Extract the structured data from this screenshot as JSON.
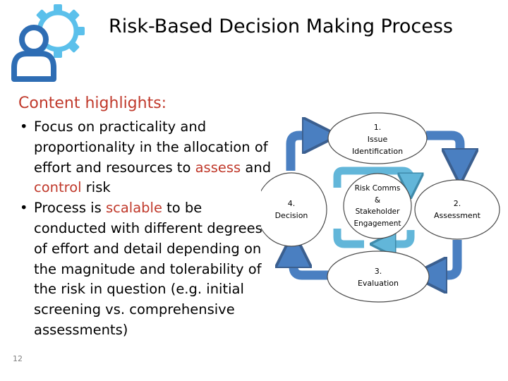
{
  "title": "Risk-Based Decision Making Process",
  "subtitle": "Content highlights:",
  "bullets": [
    {
      "parts": [
        {
          "t": "Focus on practicality and proportionality in the allocation of effort and resources to ",
          "hl": false
        },
        {
          "t": "assess",
          "hl": true
        },
        {
          "t": " and ",
          "hl": false
        },
        {
          "t": "control",
          "hl": true
        },
        {
          "t": " risk",
          "hl": false
        }
      ]
    },
    {
      "parts": [
        {
          "t": "Process is ",
          "hl": false
        },
        {
          "t": "scalable",
          "hl": true
        },
        {
          "t": " to be conducted with different degrees of effort and detail depending on the magnitude and tolerability of the risk in question (e.g. initial screening vs. comprehensive assessments)",
          "hl": false
        }
      ]
    }
  ],
  "bullet_glyph": "•",
  "page_number": "12",
  "colors": {
    "title": "#000000",
    "highlight": "#c0392b",
    "logo_gear": "#5bc0eb",
    "logo_person": "#2e6db4",
    "node_fill": "#ffffff",
    "node_stroke": "#4a4a4a",
    "outer_arrow": "#4a7fc1",
    "inner_arrow": "#62b6d9"
  },
  "diagram": {
    "nodes": {
      "identification": [
        "1.",
        "Issue",
        "Identification"
      ],
      "assessment": [
        "2.",
        "Assessment"
      ],
      "evaluation": [
        "3.",
        "Evaluation"
      ],
      "decision": [
        "4.",
        "Decision"
      ],
      "center": [
        "Risk Comms",
        "&",
        "Stakeholder",
        "Engagement"
      ]
    }
  },
  "icons": {
    "logo": "gear-person-icon"
  }
}
